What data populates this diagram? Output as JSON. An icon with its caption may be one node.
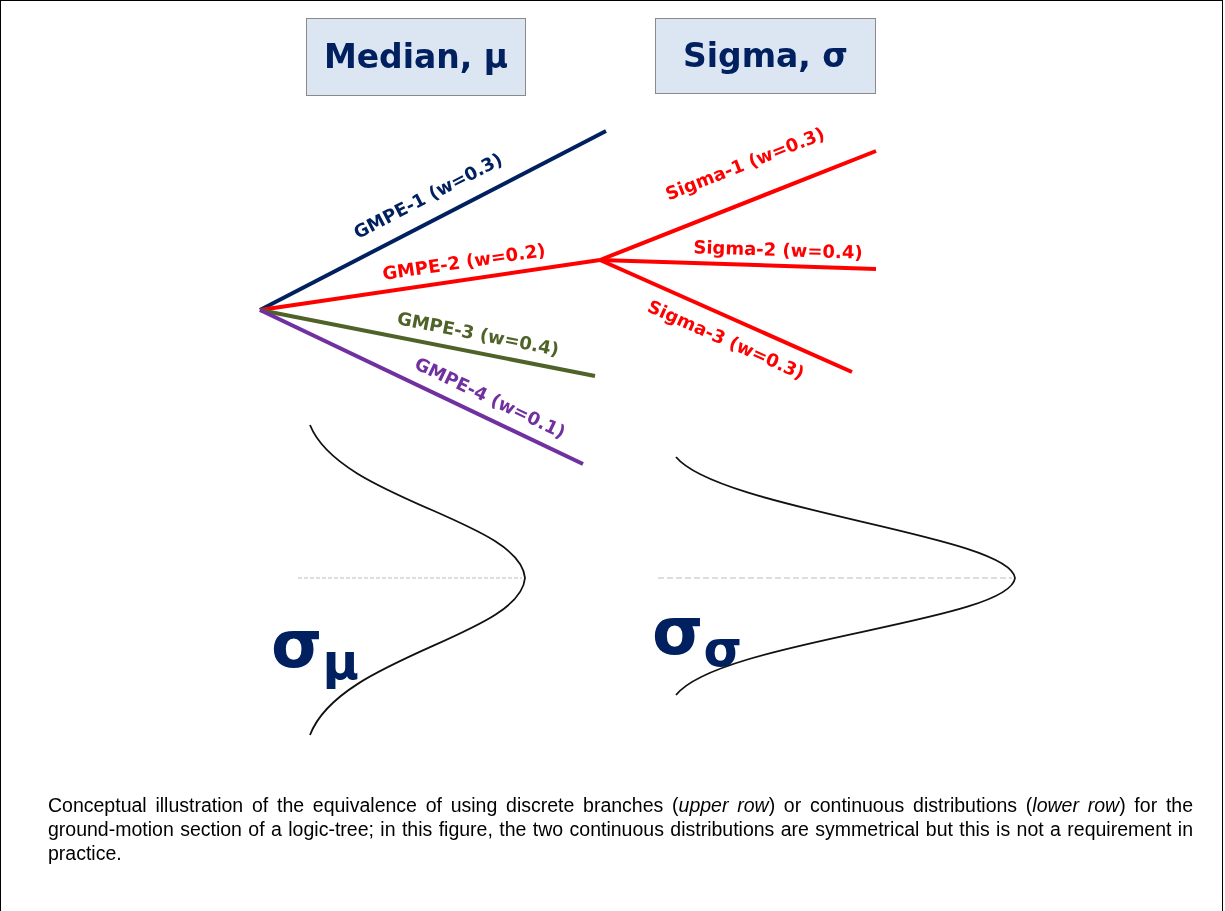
{
  "diagram": {
    "nodes": [
      {
        "text": [
          "Median, μ"
        ]
      },
      {
        "text": [
          "Sigma, σ"
        ]
      }
    ],
    "labels": [
      "GMPE-1 (w=0.3)",
      "GMPE-2 (w=0.2)",
      "GMPE-3 (w=0.4)",
      "GMPE-4 (w=0.1)",
      "Sigma-1 (w=0.3)",
      "Sigma-2 (w=0.4)",
      "Sigma-3 (w=0.3)",
      "σ$_{μ}$",
      "σ$_{σ}$"
    ],
    "caption": "Conceptual illustration of the equivalence of using discrete branches (*upper row*) or continuous distributions (*lower row*) for the ground-motion section of a logic-tree; in this figure, the two continuous distributions are symmetrical but this is not a requirement in practice."
  }
}
